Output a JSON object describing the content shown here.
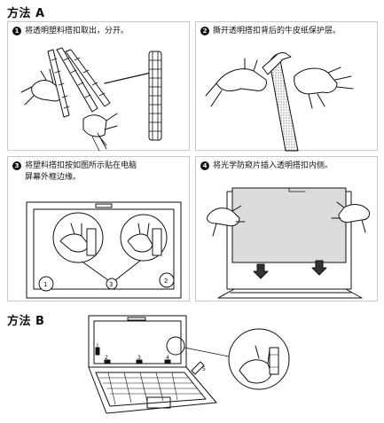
{
  "method_a": {
    "title": "方法 A",
    "steps": [
      {
        "num": "1",
        "text": "将透明塑料搭扣取出，分开。"
      },
      {
        "num": "2",
        "text": "撕开透明搭扣背后的牛皮纸保护层。"
      },
      {
        "num": "3",
        "text": "将塑料搭扣按如图所示贴在电脑\n屏幕外框边缘。"
      },
      {
        "num": "4",
        "text": "将光学防窥片插入透明搭扣内侧。"
      }
    ],
    "step3_markers": [
      "1",
      "2",
      "3"
    ]
  },
  "method_b": {
    "title": "方法 B",
    "markers": [
      "1",
      "2",
      "3",
      "4",
      "5"
    ]
  }
}
